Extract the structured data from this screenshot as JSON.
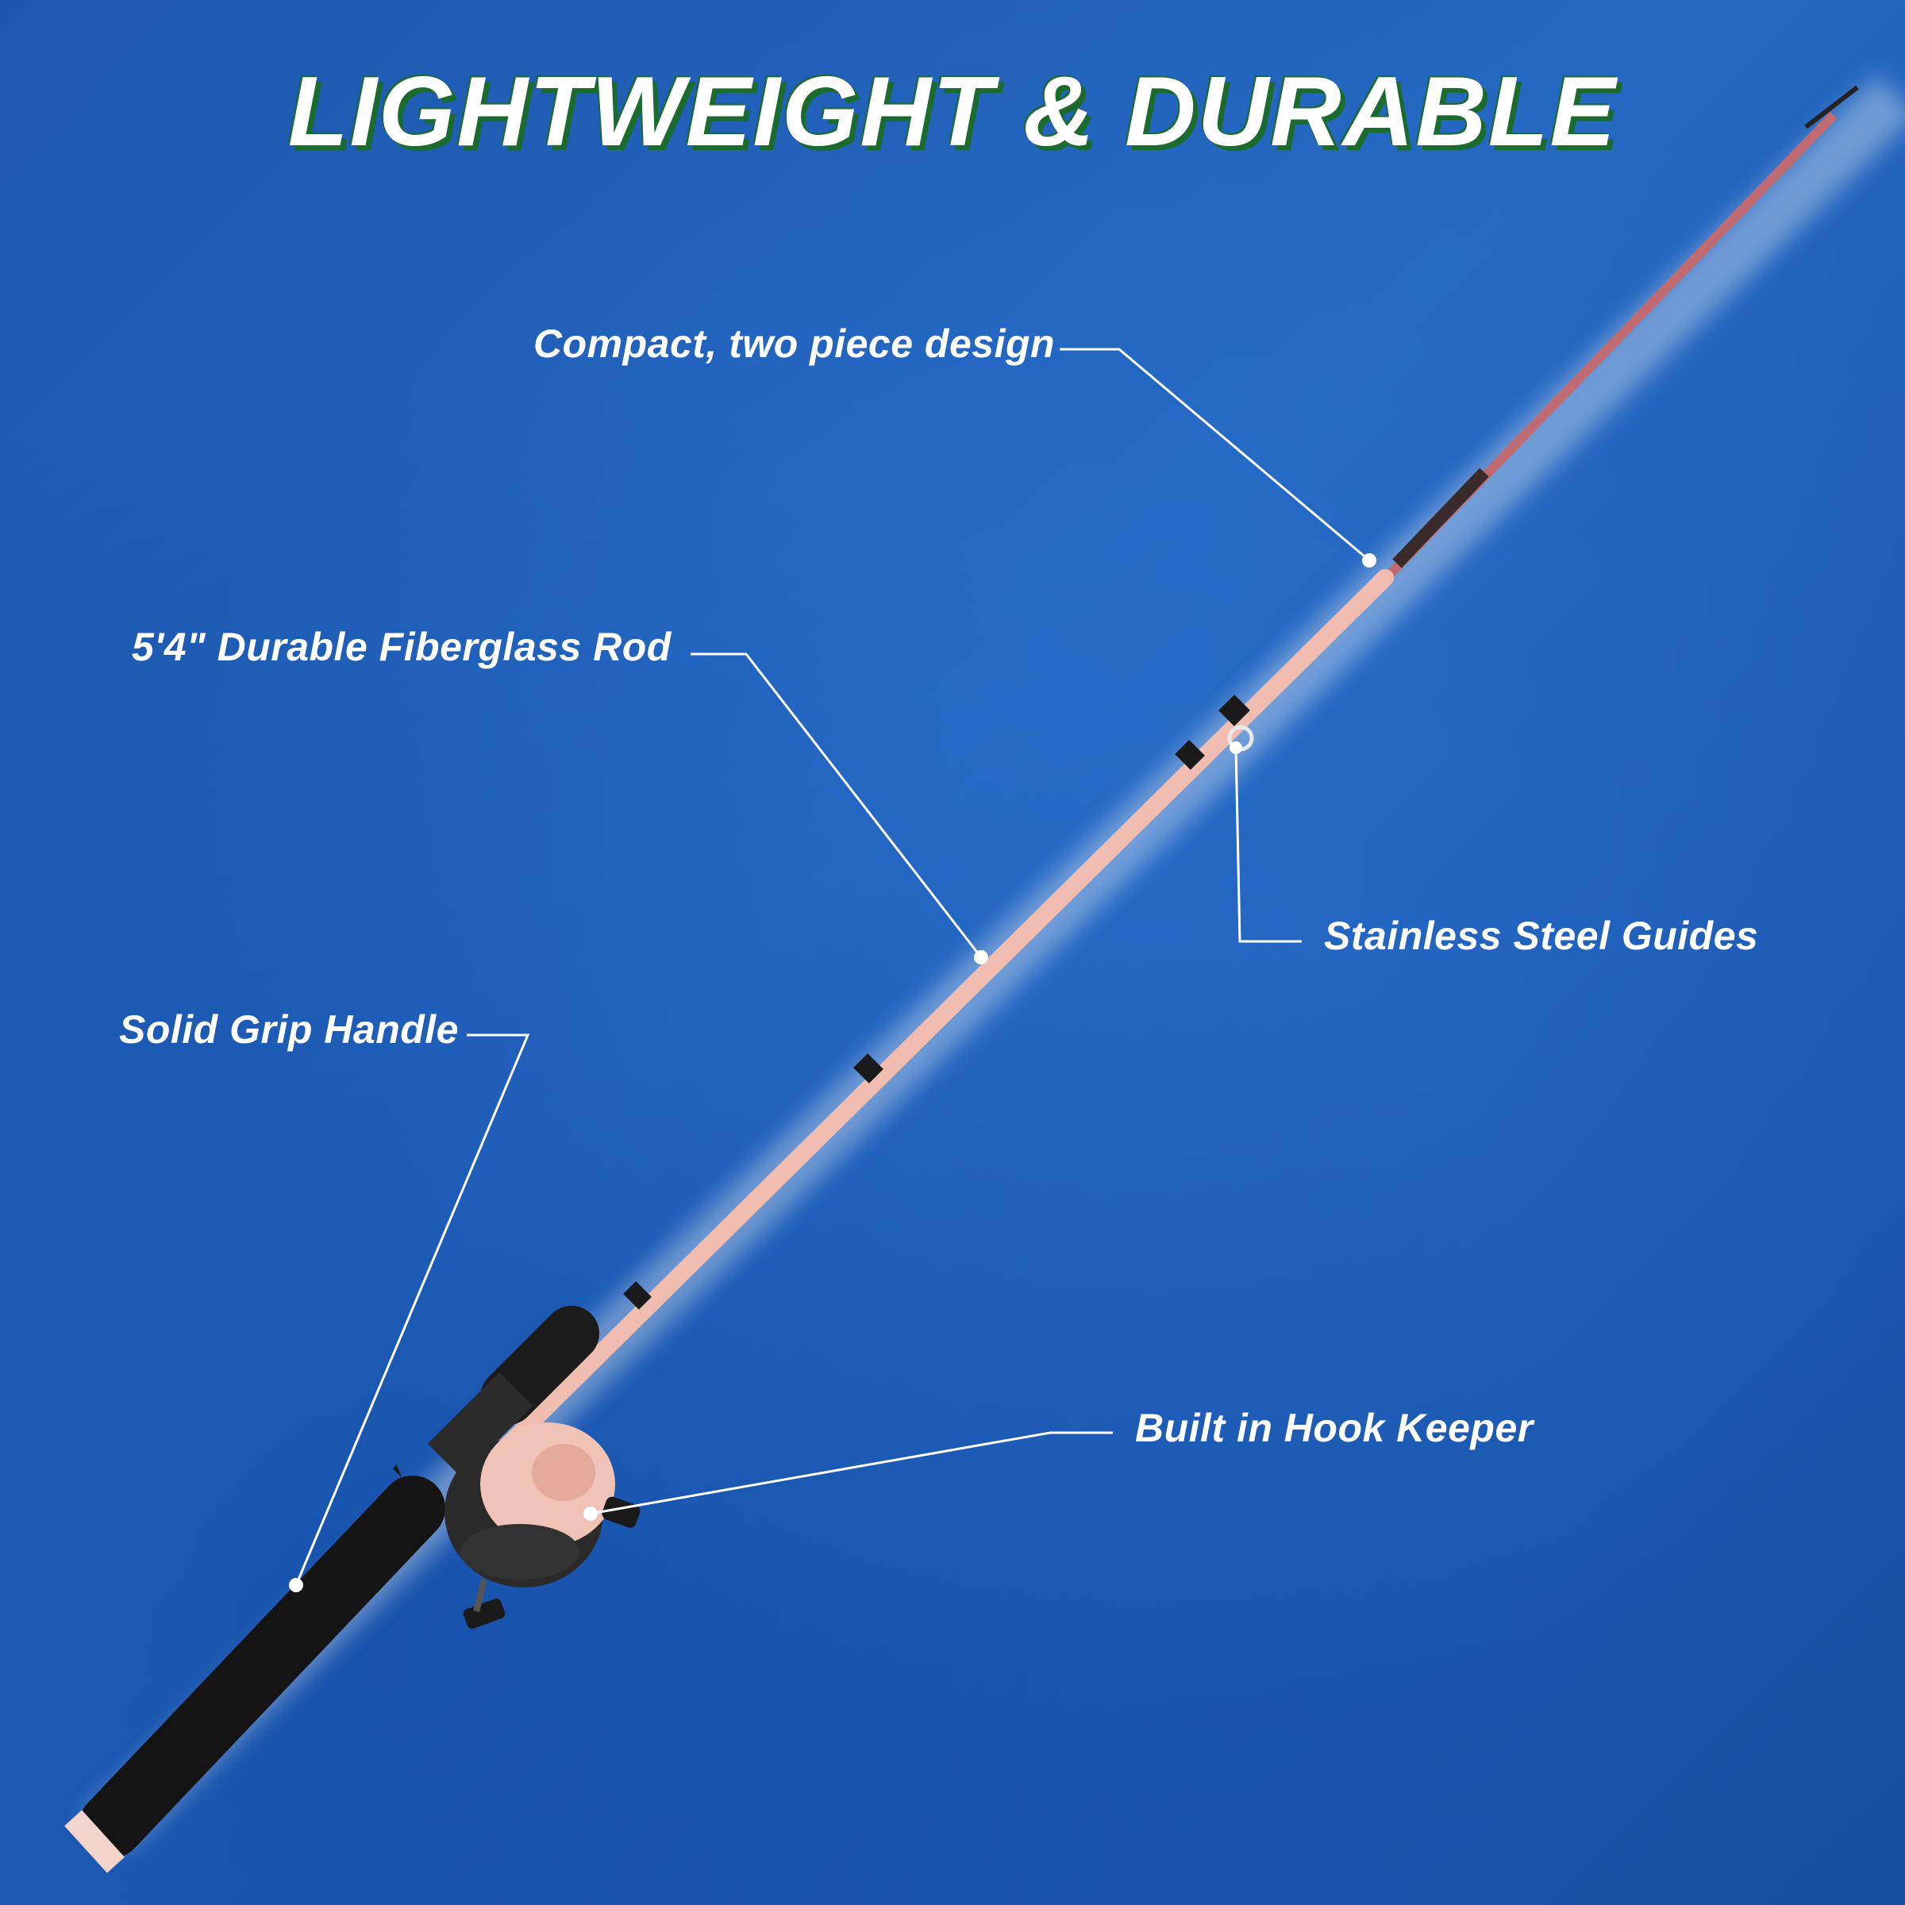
{
  "title": "LIGHTWEIGHT & DURABLE",
  "callouts": {
    "compact": "Compact, two piece design",
    "rod": "5'4\" Durable Fiberglass Rod",
    "guides": "Stainless Steel Guides",
    "handle": "Solid Grip Handle",
    "hook_keeper": "Built in Hook Keeper"
  },
  "colors": {
    "background": "#1f5fb8",
    "rod": "#f0bfb4",
    "title_shadow": "#1b6b2e"
  }
}
